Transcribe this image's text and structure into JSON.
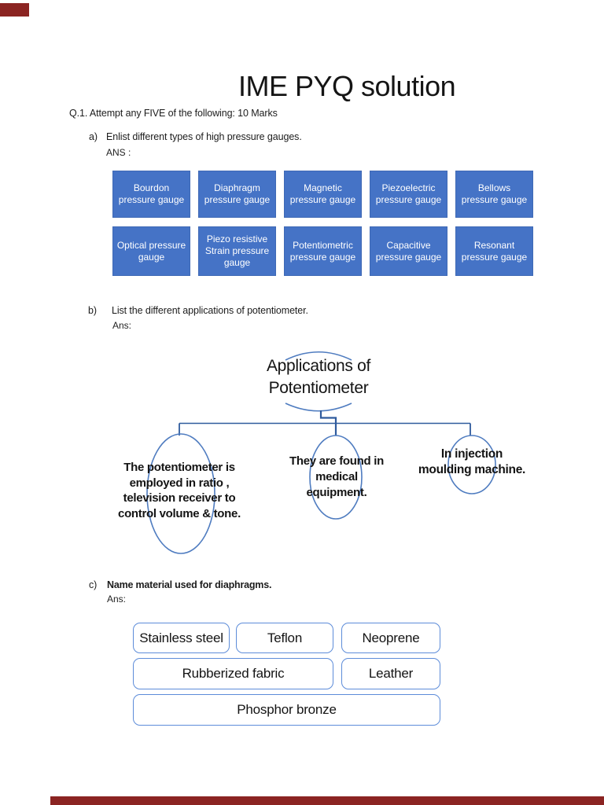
{
  "page": {
    "title": "IME PYQ solution",
    "background_color": "#ffffff",
    "marker_bar_color": "#8b2422"
  },
  "question": {
    "label": "Q.1. Attempt any FIVE of the following: 10 Marks"
  },
  "section_a": {
    "marker": "a)",
    "heading": "Enlist different types of high pressure gauges.",
    "answer_label": "ANS :",
    "box_fill_color": "#4573c6",
    "box_text_color": "#ffffff",
    "gauge_boxes": [
      {
        "lines": [
          "Bourdon",
          "pressure gauge"
        ]
      },
      {
        "lines": [
          "Diaphragm",
          "pressure gauge"
        ]
      },
      {
        "lines": [
          "Magnetic",
          "pressure gauge"
        ]
      },
      {
        "lines": [
          "Piezoelectric",
          "pressure gauge"
        ]
      },
      {
        "lines": [
          "Bellows",
          "pressure gauge"
        ]
      },
      {
        "lines": [
          "Optical pressure",
          "gauge"
        ]
      },
      {
        "lines": [
          "Piezo resistive",
          "Strain pressure",
          "gauge"
        ]
      },
      {
        "lines": [
          "Potentiometric",
          "pressure gauge"
        ]
      },
      {
        "lines": [
          "Capacitive",
          "pressure gauge"
        ]
      },
      {
        "lines": [
          "Resonant",
          "pressure gauge"
        ]
      }
    ]
  },
  "section_b": {
    "marker": "b)",
    "heading": "List the different applications of potentiometer.",
    "answer_label": "Ans:",
    "diagram": {
      "ellipse_stroke_color": "#4f7cc0",
      "connector_line_color": "#2f5b9d",
      "title_lines": [
        "Applications of",
        "Potentiometer"
      ],
      "nodes": [
        {
          "lines": [
            "The potentiometer is",
            "employed in ratio ,",
            "television receiver to",
            "control volume & tone."
          ]
        },
        {
          "lines": [
            "They are found in",
            "medical",
            "equipment."
          ]
        },
        {
          "lines": [
            "In injection",
            "moulding machine."
          ]
        }
      ]
    }
  },
  "section_c": {
    "marker": "c)",
    "heading": "Name material used for diaphragms.",
    "answer_label": "Ans:",
    "box_border_color": "#5d8cd9",
    "material_boxes": [
      "Stainless steel",
      "Teflon",
      "Neoprene",
      "Rubberized fabric",
      "Leather",
      "Phosphor bronze"
    ]
  }
}
